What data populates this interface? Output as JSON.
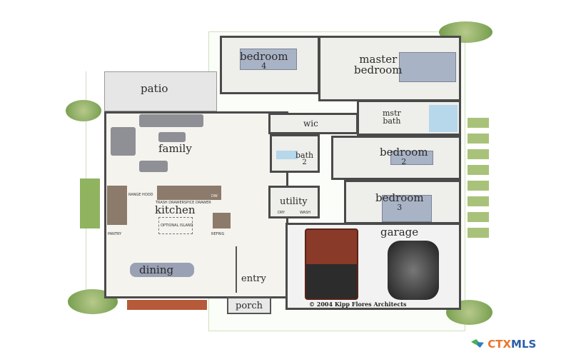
{
  "rooms": {
    "patio": "patio",
    "bedroom4": "bedroom",
    "bedroom4_num": "4",
    "master": "master",
    "master2": "bedroom",
    "mstr_bath": "mstr",
    "mstr_bath2": "bath",
    "wic": "wic",
    "family": "family",
    "bath2": "bath",
    "bath2_num": "2",
    "bedroom2": "bedroom",
    "bedroom2_num": "2",
    "kitchen": "kitchen",
    "utility": "utility",
    "bedroom3": "bedroom",
    "bedroom3_num": "3",
    "garage": "garage",
    "dining": "dining",
    "entry": "entry",
    "porch": "porch"
  },
  "fixtures": {
    "trash": "TRASH DRAWER",
    "spice": "SPICE DRAWER",
    "dw": "DW",
    "range": "RANGE HOOD",
    "island": "OPTIONAL ISLAND",
    "pantry": "PANTRY",
    "refrig": "REFRIG",
    "dry": "DRY",
    "wash": "WASH"
  },
  "copyright": "© 2004 Kipp Flores Architects",
  "logo": {
    "text_a": "CTX",
    "text_b": "MLS",
    "color_a": "#e8762b",
    "color_b": "#2b5ea8"
  }
}
